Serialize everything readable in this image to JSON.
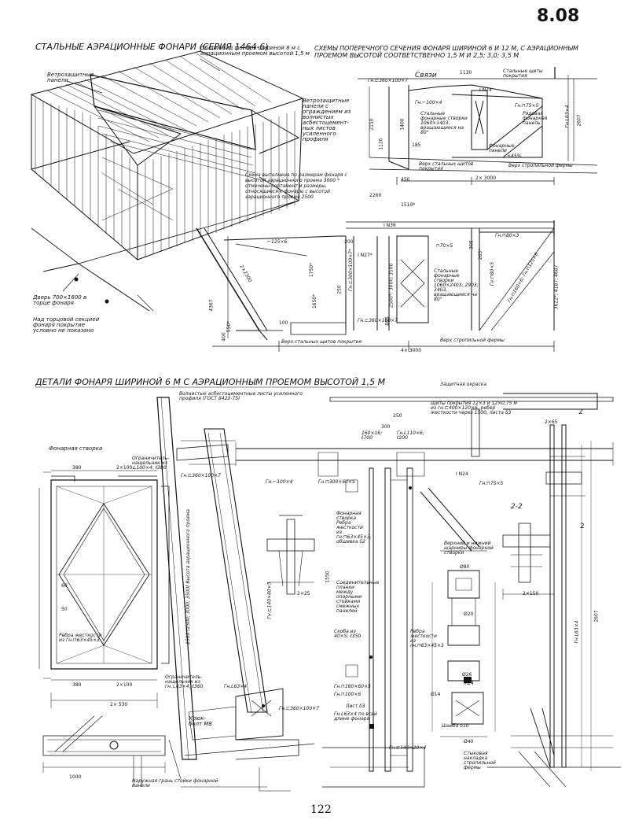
{
  "sheet_number": "8.08",
  "page_number": "122",
  "top": {
    "title": "СТАЛЬНЫЕ АЭРАЦИОННЫЕ ФОНАРИ (СЕРИЯ 1464-6)",
    "general_view_caption": "Общий вид фонаря шириной 6 м с аэрационным проемом высотой 1,5 м",
    "labels": {
      "wind_panels": "Ветрозащитные панели",
      "wind_panels_note": "Ветрозащитные панели с ограждением из волнистых асбестоцемент- ных листов усиленного профиля",
      "door": "Дверь 700×1600 в торце фонаря",
      "end_note": "Над торцовой секцией фонаря покрытие условно не показано"
    },
    "schemes_title": "СХЕМЫ ПОПЕРЕЧНОГО СЕЧЕНИЯ ФОНАРЯ ШИРИНОЙ 6 И 12 М, С АЭРАЦИОННЫМ ПРОЕМОМ ВЫСОТОЙ СООТВЕТСТВЕННО 1,5 М И 2,5; 3,0; 3,5 М",
    "scheme_labels": {
      "gn_360": "Гн.⊏360×100×7",
      "svyazi": "Связи",
      "dim_1130": "1130",
      "steel_shields": "Стальные щиты покрытия",
      "i24": "I N24",
      "gn_75": "Гн.⊓75×5",
      "ryadovaya": "Рядовая фонарная панель",
      "gn_100x4": "Гн.⌐100×4",
      "steel_sashes_a": "Стальные фонарные створки 1060×1403, вращающиеся на 80°",
      "lantern_panels": "Фонарные панели",
      "pct_45": "≤45%",
      "gn_63x4": "Гн.L63×4",
      "dim_2607": "2607",
      "dim_2150": "2150",
      "dim_1120": "1120",
      "dim_1400": "1400",
      "dim_185": "185",
      "dim_450": "450",
      "top_shields": "Верх стальных щитов покрытия",
      "top_truss": "Верх стропильной фермы",
      "dim_2x3000": "2× 3000",
      "scheme_note": "Схема выполнена по размерам фонаря с высотой аэрационного проема 3000 * отмечены сортамент и размеры, относящиеся к фонарю с высотой аэрационного проема 2500",
      "dim_2260": "2260",
      "dim_1510": "1510*",
      "i36": "I N36",
      "gn_80x3": "Гн.⊓80×3",
      "gn_125x6": "⌐125×6",
      "i27": "I N27*",
      "gn_70x5": "⊓70×5",
      "dim_200": "200",
      "dim_305": "305",
      "dim_265": "265*",
      "steel_sashes_b": "Стальные фонарные створки 1060×2403; 2903; 3403, вращающиеся на 80°",
      "gn_80x5": "Гн.⊓80×5",
      "gn_160x6": "Гн.⊓160×6; Гн.⊓125×6",
      "dim_3622": "3622*; 4187; 4687",
      "dim_4367": "4367",
      "dim_2x2300": "2×2300",
      "dim_1750": "1750*",
      "dim_1650": "1650*",
      "dim_250": "250",
      "dim_2500": "2500*; 3000; 3500",
      "dim_885": "885",
      "gn_360b": "Гн.⊏360×100×7",
      "gn_300": "Гн.⊏300×100×7*",
      "dim_100": "100",
      "dim_550": "550*",
      "dim_400": "400",
      "top_shields_b": "Верх стальных щитов покрытия",
      "top_truss_b": "Верх стропильной фермы",
      "dim_4x3000": "4× 3000"
    }
  },
  "bottom": {
    "title": "ДЕТАЛИ ФОНАРЯ ШИРИНОЙ 6 М С АЭРАЦИОННЫМ ПРОЕМОМ ВЫСОТОЙ 1,5 М",
    "labels": {
      "wavy_sheets": "Волнистые асбестоцементные листы усиленного профиля (ГОСТ 8423-75)",
      "protective_flashing": "Защитная окраска",
      "lantern_sash": "Фонарная створка",
      "limiter_top": "Ограничитель-нащельник из ∠100×4; ℓ380",
      "dim_380a": "380",
      "dim_2x100a": "2×100",
      "gn_360x100": "Гн.⊏360×100×7",
      "gn_100x4": "Гн.⌐100×4",
      "gn_300x60": "Гн.⊓300×60×5",
      "dim_250": "250",
      "dim_300": "300",
      "dim_160": "160×16; ℓ700",
      "dim_110": "Гн.L110×6; ℓ200",
      "shields": "Щиты покрытия 12×3 и 12×0,75 м из гн.⊏400×120×6, ребер жесткости через 1500, листа δ3",
      "i24": "I N24",
      "gn_75x5": "Гн.⊓75×5",
      "sec_22": "2-2",
      "dim_2x65": "2×65",
      "mark_2": "2",
      "opening_height": "1500 (2500; 3000; 3500) Высота аэрационного проема",
      "sash_ribs": "Фонарная створка Ребра жесткости из гн.⊓63×45×3; обшивка δ2",
      "connecting_plates": "Соединительные планки между опорными стойками смежных панелей",
      "bracket": "Скоба из 40×5; ℓ350",
      "ribs": "Ребра жесткости из гн.⊓63×45×3",
      "ribs_b": "Ребра жесткости из гн.⊓63×45×3",
      "upper_lower_hinges": "Верхний и нижний шарниры фонарной створки",
      "gn_140": "Гн.⊏140×80×5",
      "dim_2x25": "2×25",
      "dim_1550": "1550",
      "dim_2x150": "2×150",
      "dim_380b": "380",
      "dim_2x100b": "2×100",
      "limiter_bottom": "Ограничитель-нащельник из гн.∟63×4; ℓ360",
      "dim_2x530": "2× 530",
      "gn_l63": "Гн.L63×4",
      "gn_l63b": "Гн.L63×4",
      "gn_160x60": "Гн.⊓160×60×5",
      "gn_100x6": "Гн.⊓100×6",
      "list_8": "Лист δ3",
      "gn_l63_all": "Гн.L63×4 по всей длине фонаря",
      "gn_360c": "Гн.⊏360×100×7",
      "hook_bolt": "Крюк-болт М8",
      "gn_140x20": "Гн.⊏140×20×4",
      "butt_overlay": "Стыковая накладка стропильной фермы",
      "dim_1000": "1000",
      "outer_face": "Наружная грань стойки фонарной панели",
      "dim_2607": "2607",
      "dim_50": "50",
      "dim_60": "60",
      "d80": "Ø80",
      "d20": "Ø20",
      "d26": "Ø26",
      "d40": "Ø40",
      "d14": "Ø14",
      "m24": "M24",
      "washer": "Шайба δ10"
    }
  }
}
